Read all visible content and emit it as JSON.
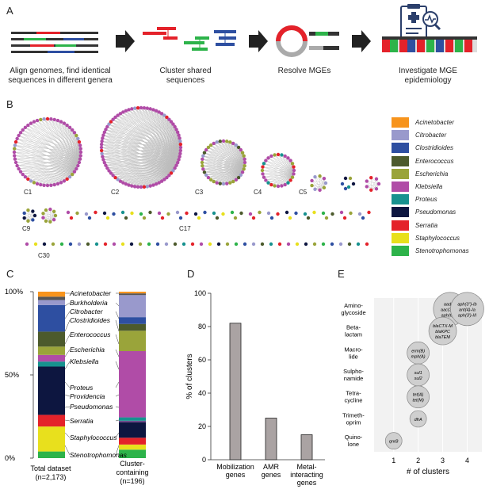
{
  "panels": {
    "a": "A",
    "b": "B",
    "c": "C",
    "d": "D",
    "e": "E"
  },
  "panel_a": {
    "steps": [
      {
        "line1": "Align genomes, find identical",
        "line2": "sequences in different genera"
      },
      {
        "line1": "Cluster shared",
        "line2": "sequences"
      },
      {
        "line1": "Resolve MGEs",
        "line2": ""
      },
      {
        "line1": "Investigate MGE",
        "line2": "epidemiology"
      }
    ]
  },
  "panel_b": {
    "cluster_labels": [
      "C1",
      "C2",
      "C3",
      "C4",
      "C5",
      "C9",
      "C17",
      "C30"
    ],
    "legend": [
      {
        "name": "Acinetobacter",
        "color": "#f7941d"
      },
      {
        "name": "Citrobacter",
        "color": "#9999cc"
      },
      {
        "name": "Clostridioides",
        "color": "#2e4fa1"
      },
      {
        "name": "Enterococcus",
        "color": "#4c5a2c"
      },
      {
        "name": "Escherichia",
        "color": "#9aa43a"
      },
      {
        "name": "Klebsiella",
        "color": "#b04ca7"
      },
      {
        "name": "Proteus",
        "color": "#17928f"
      },
      {
        "name": "Pseudomonas",
        "color": "#0d1640"
      },
      {
        "name": "Serratia",
        "color": "#e4222a"
      },
      {
        "name": "Staphylococcus",
        "color": "#e8e01d"
      },
      {
        "name": "Stenotrophomonas",
        "color": "#2db34a"
      }
    ]
  },
  "panel_c": {
    "y_ticks": [
      "100%",
      "50%",
      "0%"
    ],
    "bar1_label": "Total dataset",
    "bar1_n": "(n=2,173)",
    "bar2_label": "Cluster-",
    "bar2_label2": "containing",
    "bar2_n": "(n=196)",
    "genus_labels": [
      "Acinetobacter",
      "Burkholderia",
      "Citrobacter",
      "Clostridioides",
      "Enterococcus",
      "Escherichia",
      "Klebsiella",
      "Proteus",
      "Providencia",
      "Pseudomonas",
      "Serratia",
      "Staphylococcus",
      "Stenotrophomonas"
    ]
  },
  "chart_data": [
    {
      "type": "bar",
      "title": "",
      "ylabel": "% of clusters",
      "categories": [
        "Mobilization genes",
        "AMR genes",
        "Metal-interacting genes"
      ],
      "category_lines": [
        [
          "Mobilization",
          "genes"
        ],
        [
          "AMR",
          "genes"
        ],
        [
          "Metal-",
          "interacting",
          "genes"
        ]
      ],
      "values": [
        82,
        25,
        15
      ],
      "ylim": [
        0,
        100
      ],
      "y_ticks": [
        0,
        20,
        40,
        60,
        80,
        100
      ],
      "bar_color": "#aaa3a3"
    },
    {
      "type": "scatter",
      "xlabel": "# of clusters",
      "x_ticks": [
        1,
        2,
        3,
        4
      ],
      "categories": [
        {
          "lines": [
            "Amino-",
            "glycoside"
          ]
        },
        {
          "lines": [
            "Beta-",
            "lactam"
          ]
        },
        {
          "lines": [
            "Macro-",
            "lide"
          ]
        },
        {
          "lines": [
            "Sulpho-",
            "namide"
          ]
        },
        {
          "lines": [
            "Tetra-",
            "cycline"
          ]
        },
        {
          "lines": [
            "Trimeth-",
            "oprim"
          ]
        },
        {
          "lines": [
            "Quino-",
            "lone"
          ]
        }
      ],
      "points": [
        {
          "category": 0,
          "x": 3.3,
          "size": 4,
          "genes": [
            "aadA1",
            "aac(3)-IId",
            "aph(6)-Id"
          ]
        },
        {
          "category": 0,
          "x": 4.0,
          "size": 4,
          "genes": [
            "aph(3\")-Ib",
            "ant(4)-Ia",
            "aph(3')-III"
          ]
        },
        {
          "category": 1,
          "x": 3.0,
          "size": 3,
          "genes": [
            "blaCTX-M",
            "blaKPC",
            "blaTEM"
          ]
        },
        {
          "category": 2,
          "x": 2.0,
          "size": 2,
          "genes": [
            "erm(B)",
            "mph(A)"
          ]
        },
        {
          "category": 3,
          "x": 2.0,
          "size": 2,
          "genes": [
            "sul1",
            "sul2"
          ]
        },
        {
          "category": 4,
          "x": 2.0,
          "size": 2,
          "genes": [
            "tet(A)",
            "tet(M)"
          ]
        },
        {
          "category": 5,
          "x": 2.0,
          "size": 1,
          "genes": [
            "dfrA"
          ]
        },
        {
          "category": 6,
          "x": 1.0,
          "size": 1,
          "genes": [
            "qnrB"
          ]
        }
      ]
    },
    {
      "type": "bar",
      "title": "",
      "stacked": true,
      "y_ticks": [
        "100%",
        "50%",
        "0%"
      ],
      "categories": [
        "Total dataset (n=2,173)",
        "Cluster-containing (n=196)"
      ],
      "series": [
        {
          "name": "Stenotrophomonas",
          "color": "#2db34a",
          "values": [
            4,
            5
          ]
        },
        {
          "name": "Staphylococcus",
          "color": "#e8e01d",
          "values": [
            15,
            3
          ]
        },
        {
          "name": "Serratia",
          "color": "#e4222a",
          "values": [
            7,
            4
          ]
        },
        {
          "name": "Pseudomonas",
          "color": "#0d1640",
          "values": [
            29,
            9
          ]
        },
        {
          "name": "Providencia",
          "color": "#6c4a8a",
          "values": [
            0,
            1
          ]
        },
        {
          "name": "Proteus",
          "color": "#17928f",
          "values": [
            3,
            2
          ]
        },
        {
          "name": "Klebsiella",
          "color": "#b04ca7",
          "values": [
            4,
            39
          ]
        },
        {
          "name": "Escherichia",
          "color": "#9aa43a",
          "values": [
            5,
            12
          ]
        },
        {
          "name": "Enterococcus",
          "color": "#4c5a2c",
          "values": [
            9,
            4
          ]
        },
        {
          "name": "Clostridioides",
          "color": "#2e4fa1",
          "values": [
            16,
            4
          ]
        },
        {
          "name": "Citrobacter",
          "color": "#9999cc",
          "values": [
            3,
            13
          ]
        },
        {
          "name": "Burkholderia",
          "color": "#555555",
          "values": [
            2,
            1
          ]
        },
        {
          "name": "Acinetobacter",
          "color": "#f7941d",
          "values": [
            3,
            1
          ]
        }
      ]
    }
  ]
}
